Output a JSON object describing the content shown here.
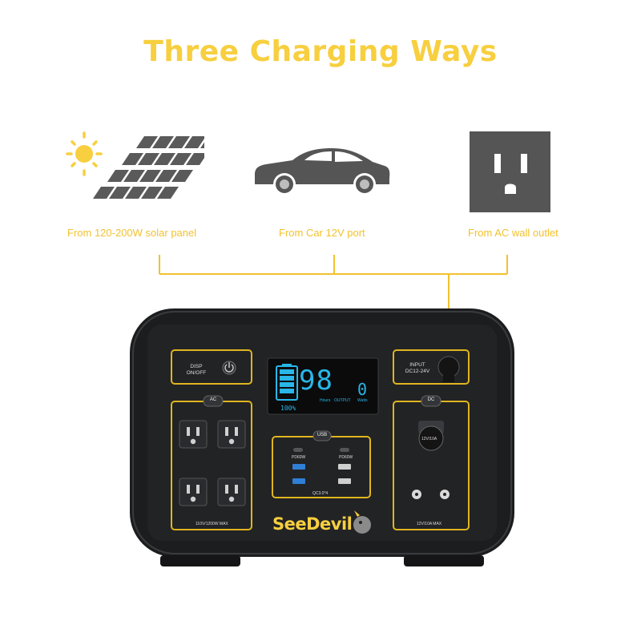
{
  "title": "Three Charging Ways",
  "sources": [
    {
      "caption": "From 120-200W solar panel",
      "icon": "solar-panel-icon"
    },
    {
      "caption": "From Car 12V port",
      "icon": "car-icon"
    },
    {
      "caption": "From AC wall outlet",
      "icon": "ac-outlet-icon"
    }
  ],
  "device": {
    "brand": "SeeDevil",
    "disp_label_1": "DISP",
    "disp_label_2": "ON/OFF",
    "input_label_1": "INPUT",
    "input_label_2": "DC12-24V",
    "ac_tag": "AC",
    "dc_tag": "DC",
    "usb_tag": "USB",
    "ac_max": "110V/1200W MAX",
    "dc_max": "12V/10A MAX",
    "cig_label": "12V/10A",
    "pd_left": "PD60W",
    "pd_right": "PD60W",
    "qc_label": "QC3.0*4",
    "lcd_value": "98",
    "lcd_hours": "Hours",
    "lcd_output": "OUTPUT",
    "lcd_output_value": "0",
    "lcd_watts": "Watts",
    "lcd_percent": "100%"
  },
  "colors": {
    "accent": "#f7cf3f",
    "line": "#f2c12e",
    "icon_gray": "#5a5a5a",
    "body": "#1c1d1f"
  }
}
